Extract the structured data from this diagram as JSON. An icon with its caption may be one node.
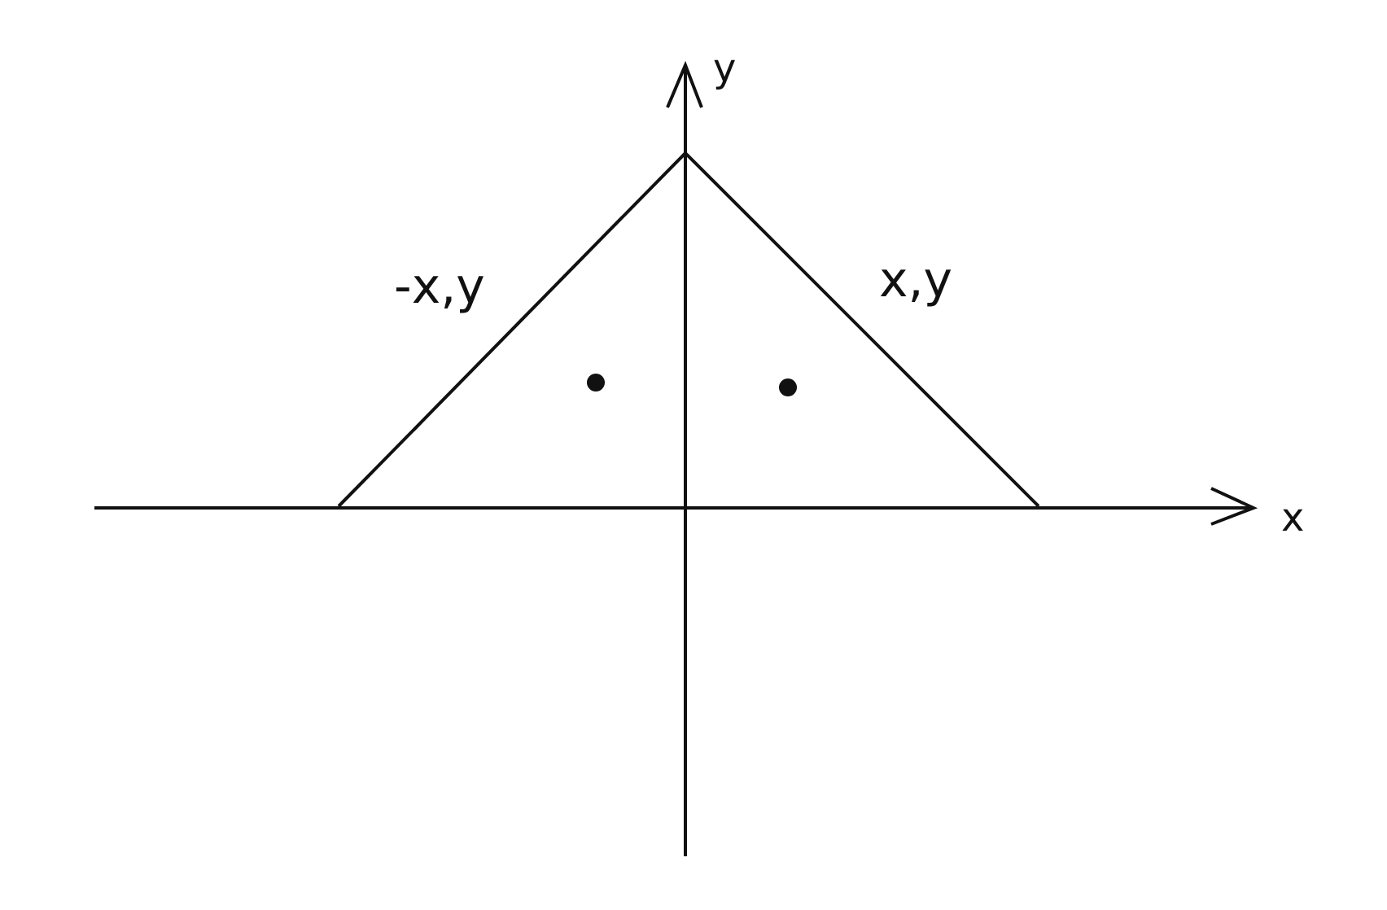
{
  "diagram": {
    "labels": [
      "y",
      "-x,y",
      "x,y",
      "x"
    ]
  }
}
